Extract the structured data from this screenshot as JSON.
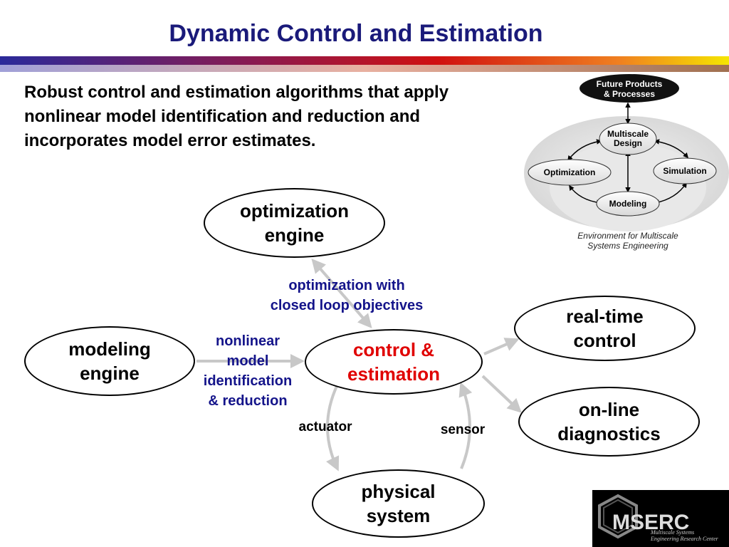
{
  "title": "Dynamic Control and Estimation",
  "intro": "Robust control and estimation algorithms that apply nonlinear model identification and reduction and incorporates model error estimates.",
  "nodes": {
    "optimization_engine": "optimization\nengine",
    "modeling_engine": "modeling\nengine",
    "control_estimation": "control &\nestimation",
    "real_time_control": "real-time\ncontrol",
    "online_diagnostics": "on-line\ndiagnostics",
    "physical_system": "physical\nsystem"
  },
  "labels": {
    "optimization_with": "optimization with\nclosed loop objectives",
    "nonlinear_model": "nonlinear\nmodel\nidentification\n& reduction",
    "actuator": "actuator",
    "sensor": "sensor"
  },
  "env_diagram": {
    "future_products": "Future Products",
    "processes": "& Processes",
    "multiscale": "Multiscale",
    "design": "Design",
    "optimization": "Optimization",
    "simulation": "Simulation",
    "modeling": "Modeling",
    "caption_line1": "Environment for Multiscale",
    "caption_line2": "Systems Engineering"
  },
  "logo": {
    "mark": "MSERC",
    "line1": "Multiscale Systems",
    "line2": "Engineering Research Center"
  },
  "colors": {
    "title": "#1a1a7a",
    "label_blue": "#14148a",
    "control_red": "#e00000",
    "arrow_gray": "#c8c8c8",
    "title_bar_start": "#2a2a9a",
    "title_bar_mid": "#cc1111",
    "title_bar_end": "#f5e600"
  }
}
